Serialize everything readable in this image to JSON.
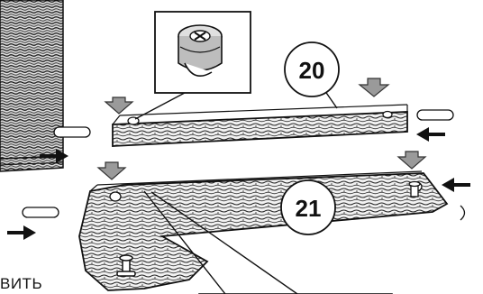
{
  "figure": {
    "parts": [
      {
        "label": "20"
      },
      {
        "label": "21"
      }
    ],
    "cut_text": "ВИТЬ",
    "icons": [
      "cam-lock-fitting-icon",
      "down-arrow-icon",
      "left-arrow-icon",
      "right-arrow-icon",
      "dowel-icon"
    ],
    "colors": {
      "ink": "#111111",
      "arrow_fill": "#9a9a9a",
      "paper": "#ffffff"
    }
  }
}
